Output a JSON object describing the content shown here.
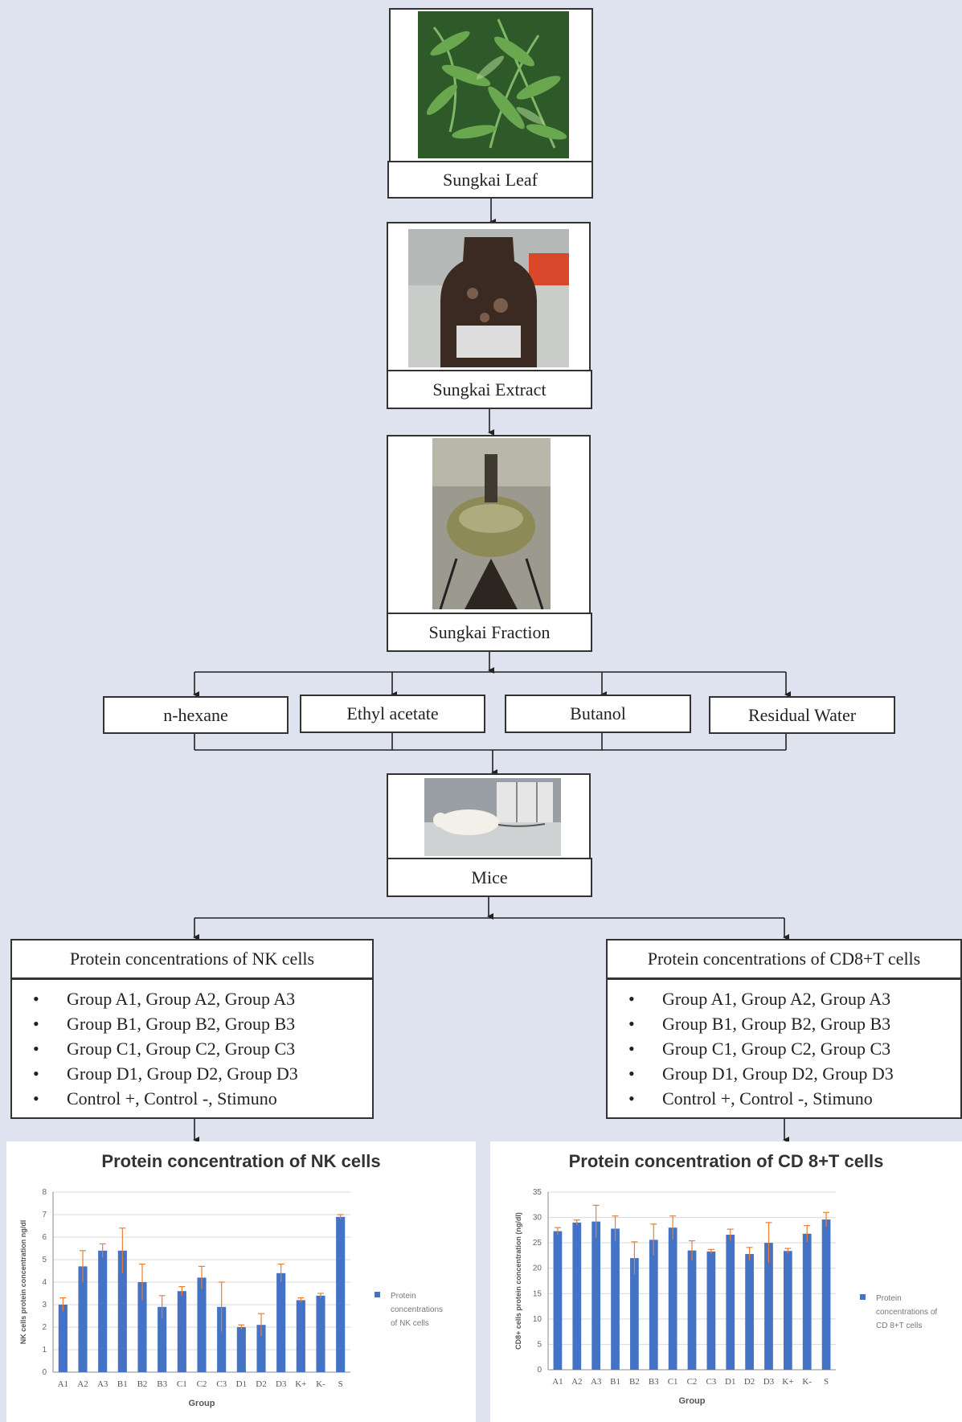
{
  "flow": {
    "leaf_label": "Sungkai Leaf",
    "extract_label": "Sungkai Extract",
    "fraction_label": "Sungkai Fraction",
    "solvents": [
      "n-hexane",
      "Ethyl acetate",
      "Butanol",
      "Residual Water"
    ],
    "mice_label": "Mice",
    "nk_header": "Protein concentrations of NK cells",
    "cd8_header": "Protein concentrations of CD8+T cells",
    "groups": [
      "Group A1,  Group A2, Group A3",
      "Group B1, Group B2, Group B3",
      "Group C1, Group C2, Group C3",
      "Group D1, Group D2, Group D3",
      "Control +, Control  -, Stimuno"
    ]
  },
  "colors": {
    "bar": "#4472c4",
    "error": "#ed7d31",
    "background": "#dfe2ef"
  },
  "chart_data": [
    {
      "type": "bar",
      "title": "Protein concentration of NK cells",
      "xlabel": "Group",
      "ylabel": "NK cells protein concentration ng/dl",
      "categories": [
        "A1",
        "A2",
        "A3",
        "B1",
        "B2",
        "B3",
        "C1",
        "C2",
        "C3",
        "D1",
        "D2",
        "D3",
        "K+",
        "K-",
        "S"
      ],
      "series": [
        {
          "name": "Protein concentrations of NK cells",
          "values": [
            3.0,
            4.7,
            5.4,
            5.4,
            4.0,
            2.9,
            3.6,
            4.2,
            2.9,
            2.0,
            2.1,
            4.4,
            3.2,
            3.4,
            6.9
          ],
          "errors": [
            0.3,
            0.7,
            0.3,
            1.0,
            0.8,
            0.5,
            0.2,
            0.5,
            1.1,
            0.1,
            0.5,
            0.4,
            0.1,
            0.1,
            0.1
          ]
        }
      ],
      "ylim": [
        0,
        8
      ],
      "yticks": [
        0,
        1,
        2,
        3,
        4,
        5,
        6,
        7,
        8
      ],
      "legend": "right"
    },
    {
      "type": "bar",
      "title": "Protein concentration of CD 8+T cells",
      "xlabel": "Group",
      "ylabel": "CD8+ cells protein concentration (ng/dl)",
      "categories": [
        "A1",
        "A2",
        "A3",
        "B1",
        "B2",
        "B3",
        "C1",
        "C2",
        "C3",
        "D1",
        "D2",
        "D3",
        "K+",
        "K-",
        "S"
      ],
      "series": [
        {
          "name": "Protein concentrations of CD 8+T cells",
          "values": [
            27.3,
            29.0,
            29.2,
            27.8,
            22.0,
            25.6,
            28.0,
            23.5,
            23.3,
            26.6,
            22.8,
            25.0,
            23.4,
            26.8,
            29.6
          ],
          "errors": [
            0.7,
            0.5,
            3.2,
            2.5,
            3.2,
            3.1,
            2.3,
            1.9,
            0.4,
            1.1,
            1.3,
            4.0,
            0.5,
            1.6,
            1.4
          ]
        }
      ],
      "ylim": [
        0,
        35
      ],
      "yticks": [
        0,
        5,
        10,
        15,
        20,
        25,
        30,
        35
      ],
      "legend": "right"
    }
  ]
}
